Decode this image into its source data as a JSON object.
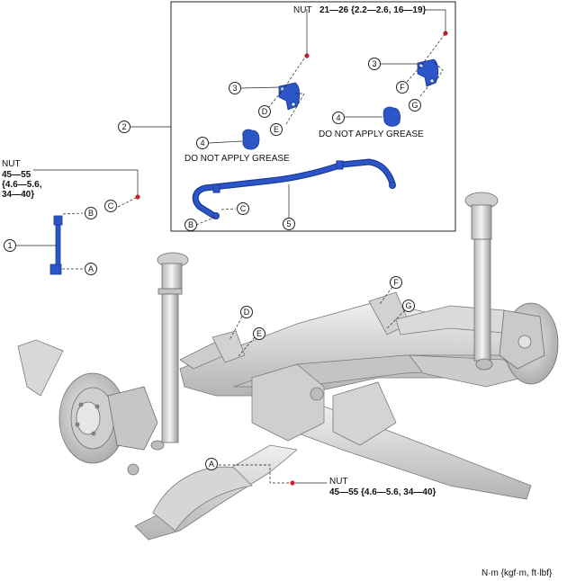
{
  "labels": {
    "nut": "NUT",
    "torque_nut_inset": "21—26 {2.2—2.6, 16—19}",
    "torque_nut_link_lines": "45—55\n{4.6—5.6,\n34—40}",
    "torque_nut_bottom": "45—55 {4.6—5.6, 34—40}",
    "no_grease": "DO NOT APPLY GREASE",
    "units": "N·m {kgf·m, ft·lbf}"
  },
  "callouts": {
    "n1": "1",
    "n2": "2",
    "n3": "3",
    "n4": "4",
    "n5": "5",
    "A": "A",
    "B": "B",
    "C": "C",
    "D": "D",
    "E": "E",
    "F": "F",
    "G": "G"
  },
  "colors": {
    "part_blue": "#2c55c8",
    "part_blue_dark": "#1a3a9a",
    "nut_red": "#d8202a",
    "frame_gray": "#dcdcdc",
    "frame_shade": "#a9a9a9",
    "line": "#222222"
  }
}
